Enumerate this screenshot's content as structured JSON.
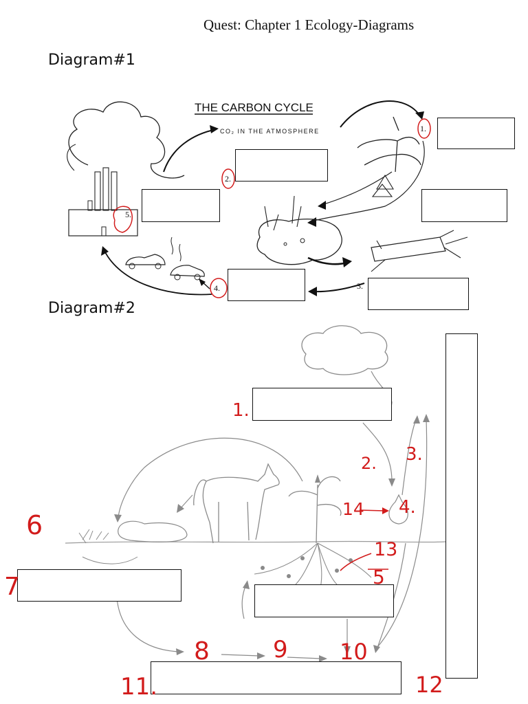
{
  "page": {
    "title": "Quest: Chapter 1 Ecology-Diagrams"
  },
  "diagram1": {
    "label": "Diagram#1",
    "heading": "THE CARBON CYCLE",
    "atmosphere_text": "CO₂ IN THE ATMOSPHERE",
    "numbers": [
      "1.",
      "2.",
      "3.",
      "4.",
      "5."
    ]
  },
  "diagram2": {
    "label": "Diagram#2",
    "handwritten_numbers": [
      "1.",
      "2.",
      "3.",
      "14",
      "4.",
      "13",
      "5",
      "6",
      "7",
      "8",
      "9",
      "10",
      "11.",
      "12"
    ]
  },
  "colors": {
    "ink": "#111111",
    "handwriting": "#d21b1b",
    "sketch": "#8a8a8a"
  }
}
